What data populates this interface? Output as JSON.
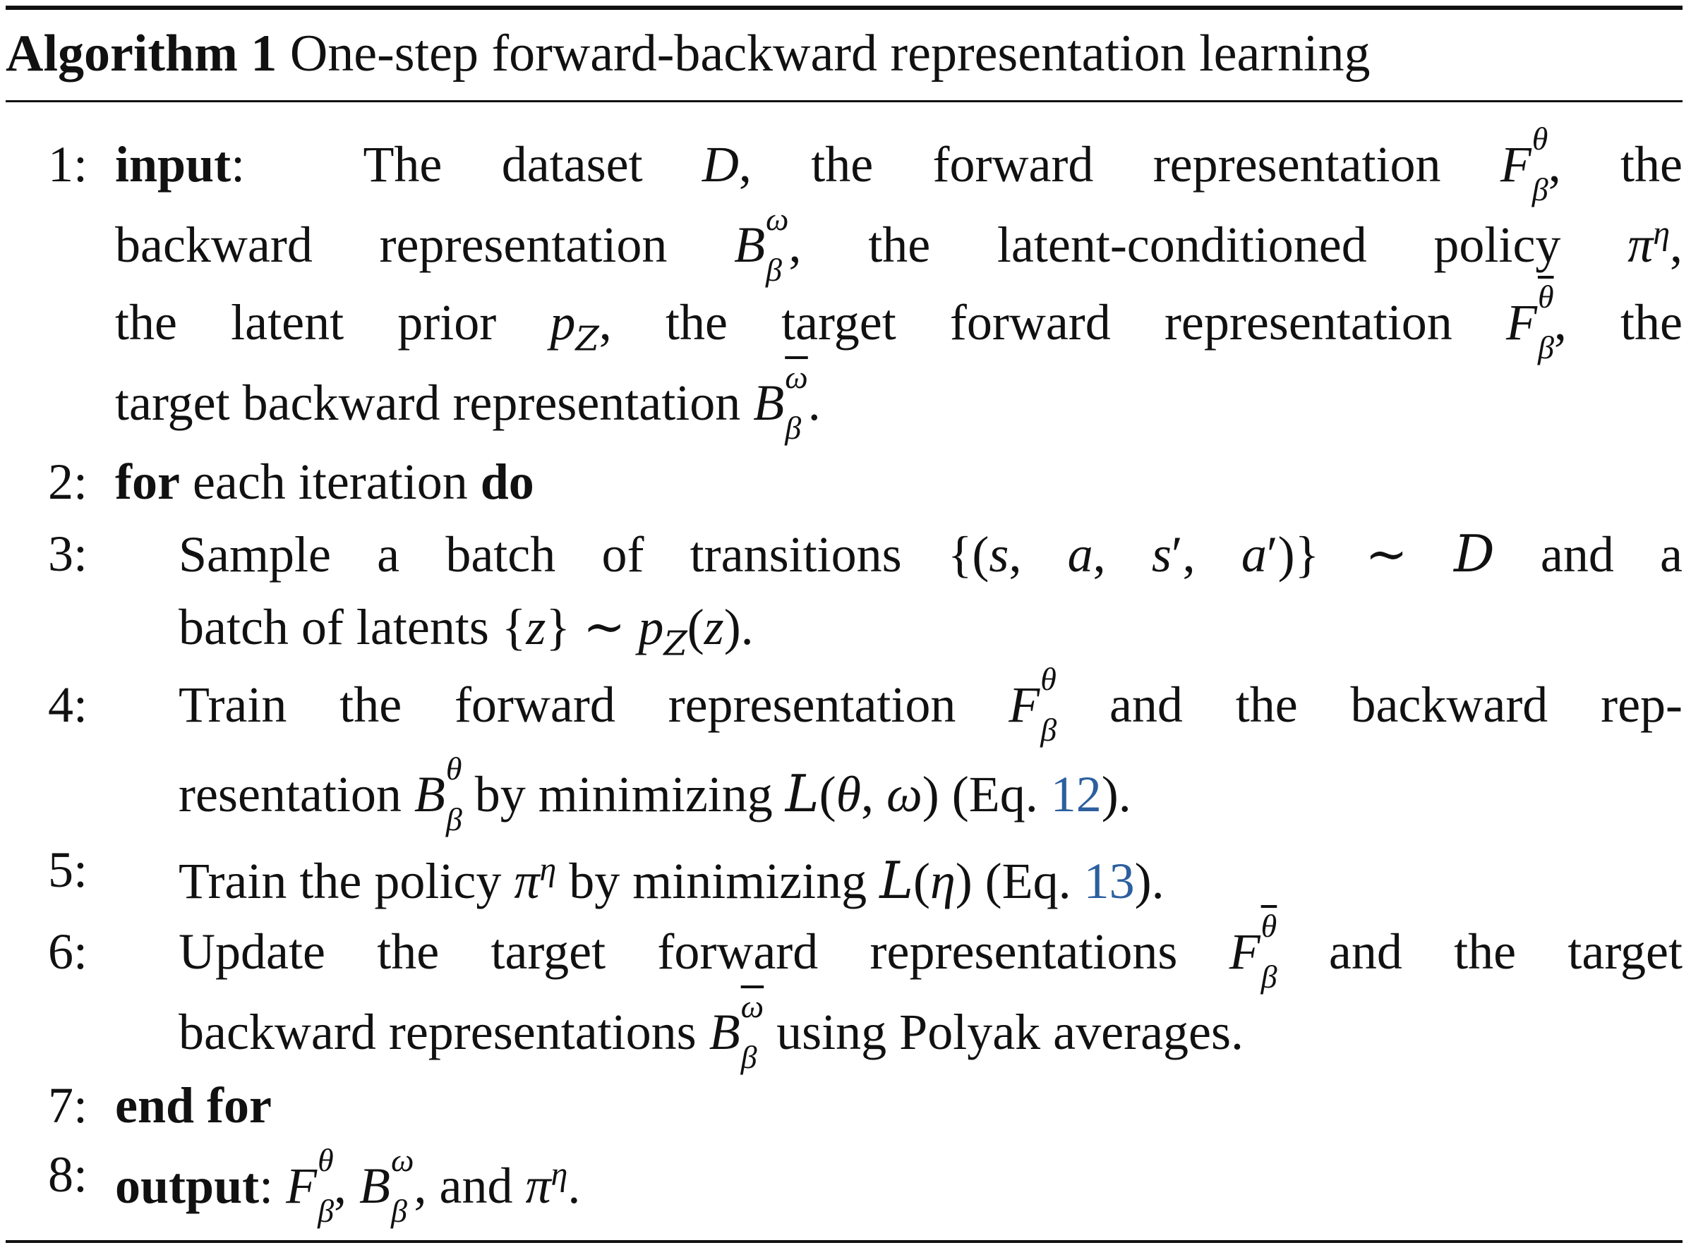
{
  "algorithm": {
    "label": "Algorithm 1",
    "title": "One-step forward-backward representation learning"
  },
  "steps": [
    {
      "number": "1:",
      "keyword": "input",
      "lines": [
        "The dataset D, the forward representation F_β^θ, the",
        "backward representation B_β^ω, the latent-conditioned policy π^η,",
        "the latent prior p_Z, the target forward representation F_β^θ̄, the",
        "target backward representation B_β^ω̄."
      ]
    },
    {
      "number": "2:",
      "keyword": "for",
      "text": "each iteration",
      "keyword2": "do"
    },
    {
      "number": "3:",
      "lines": [
        "Sample a batch of transitions {(s, a, s′, a′)} ∼ D and a",
        "batch of latents {z} ∼ p_Z(z)."
      ]
    },
    {
      "number": "4:",
      "lines": [
        "Train the forward representation F_β^θ and the backward rep-",
        "resentation B_β^θ by minimizing L(θ, ω) (Eq. 12)."
      ],
      "ref": "12"
    },
    {
      "number": "5:",
      "lines": [
        "Train the policy π^η by minimizing L(η) (Eq. 13)."
      ],
      "ref": "13"
    },
    {
      "number": "6:",
      "lines": [
        "Update the target forward representations F_β^θ̄ and the target",
        "backward representations B_β^ω̄ using Polyak averages."
      ]
    },
    {
      "number": "7:",
      "keyword": "end for"
    },
    {
      "number": "8:",
      "keyword": "output",
      "text": "F_β^θ, B_β^ω, and π^η."
    }
  ],
  "colors": {
    "text": "#111111",
    "reference_link": "#2c5f9e",
    "background": "#ffffff"
  }
}
